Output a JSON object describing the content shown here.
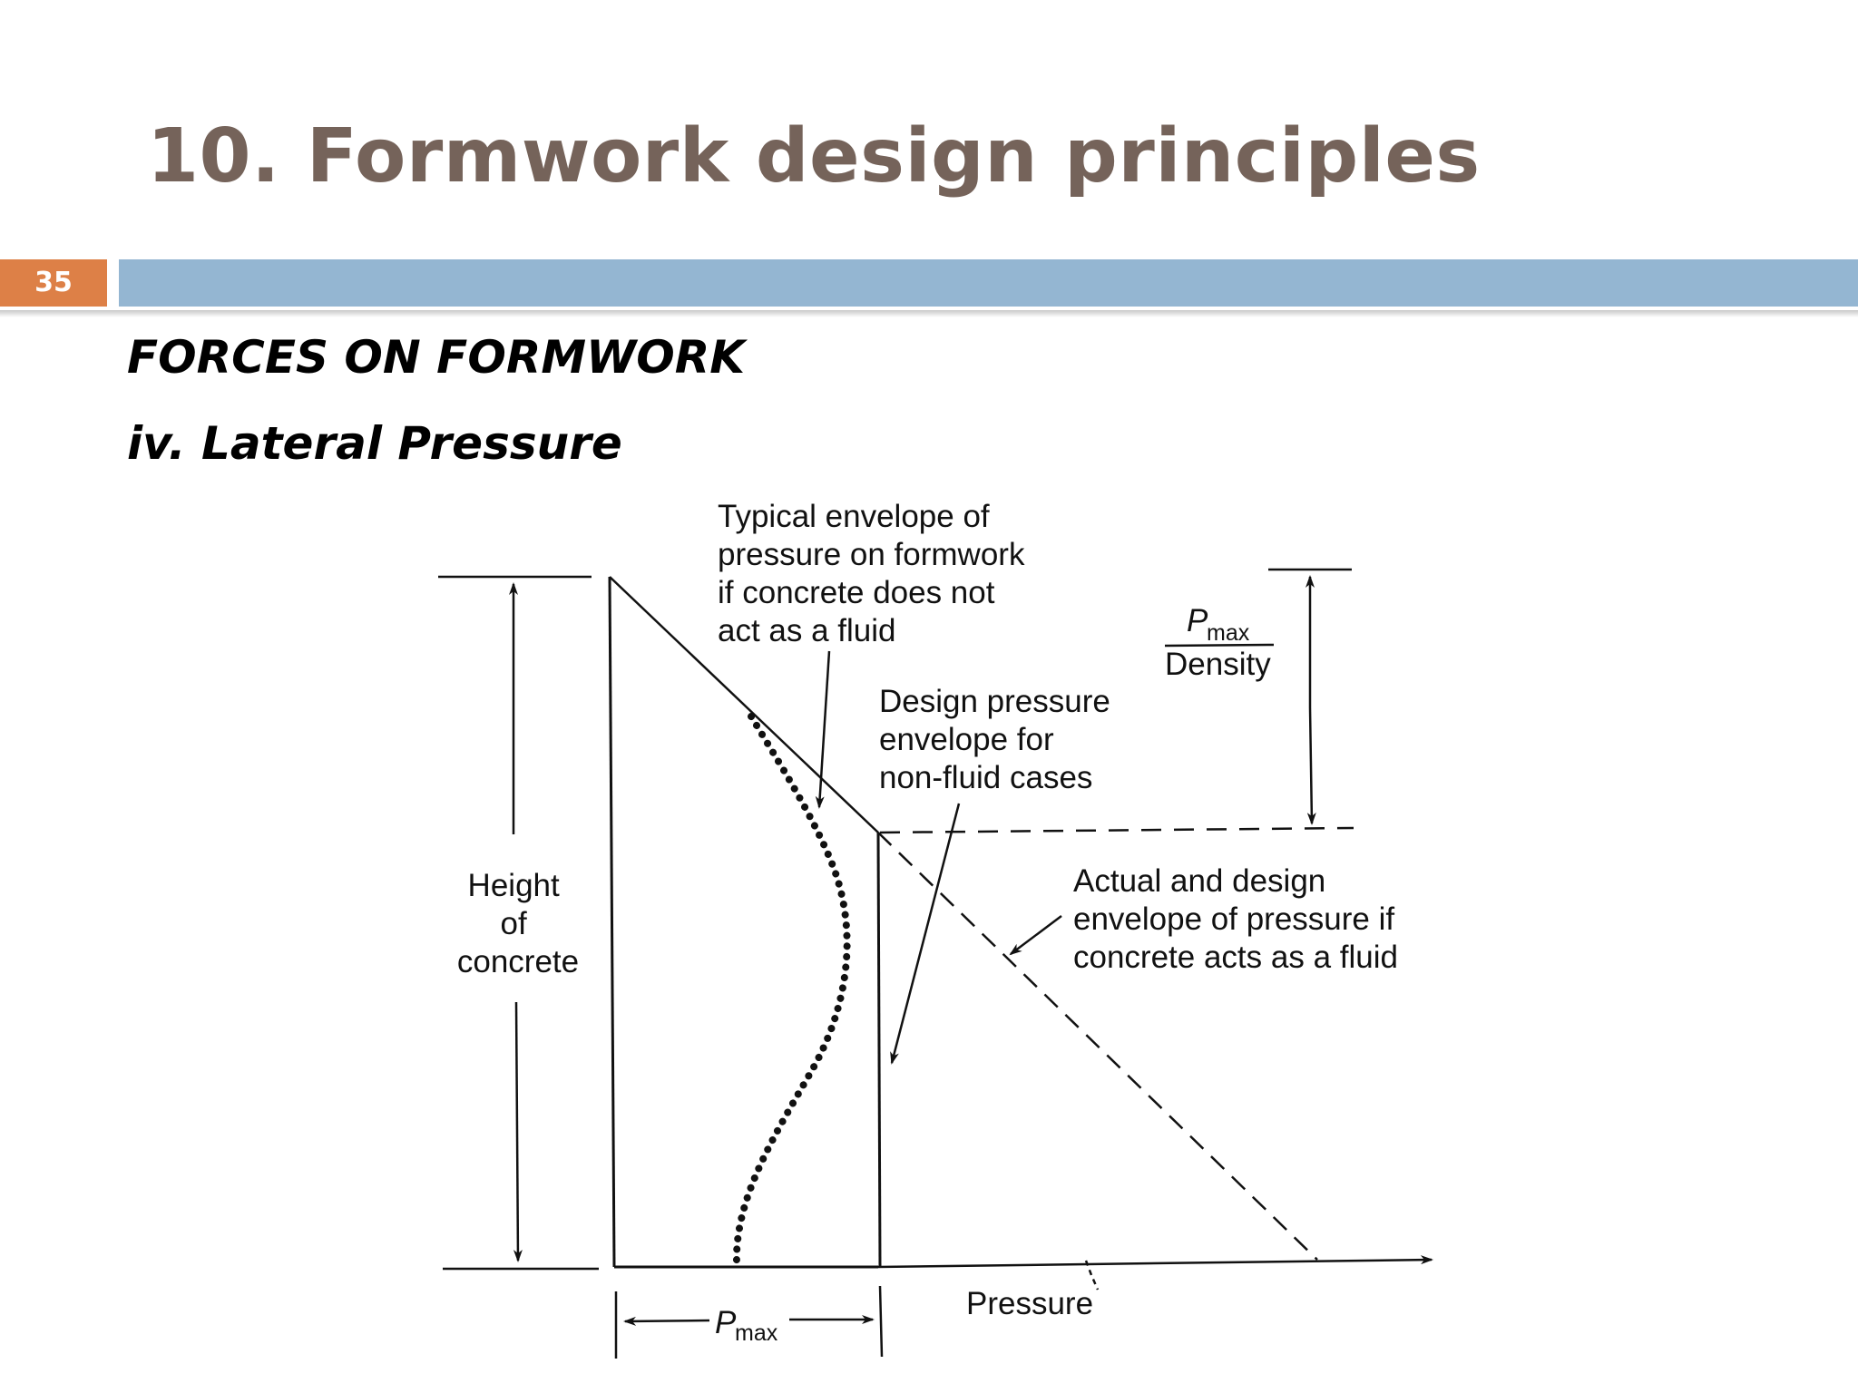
{
  "slide": {
    "title": "10. Formwork design principles",
    "number": "35",
    "heading": "FORCES ON FORMWORK",
    "subheading": "iv. Lateral Pressure"
  },
  "colors": {
    "title": "#75635a",
    "header_bar": "#94b6d2",
    "slide_number_box": "#dd8047"
  },
  "diagram": {
    "typical_envelope_label": [
      "Typical envelope of",
      "pressure on formwork",
      "if concrete does not",
      "act as a fluid"
    ],
    "design_envelope_label": [
      "Design pressure",
      "envelope for",
      "non-fluid cases"
    ],
    "fluid_envelope_label": [
      "Actual and design",
      "envelope of pressure if",
      "concrete acts as a fluid"
    ],
    "height_label": [
      "Height",
      "of",
      "concrete"
    ],
    "pmax_symbol": "P",
    "pmax_subscript": "max",
    "density_label": "Density",
    "pressure_axis_label": "Pressure"
  }
}
